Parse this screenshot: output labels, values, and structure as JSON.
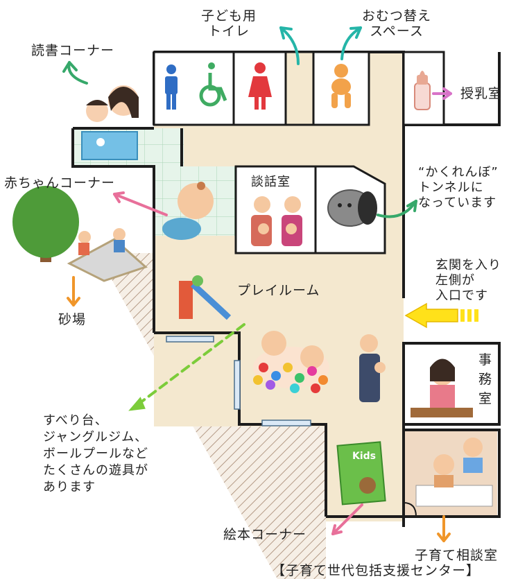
{
  "labels": {
    "kids_toilet": "子ども用\nトイレ",
    "diaper": "おむつ替え\nスペース",
    "reading": "読書コーナー",
    "nursing": "授乳室",
    "baby_corner": "赤ちゃんコーナー",
    "talk_room": "談話室",
    "tunnel": "“かくれんぼ”\nトンネルに\nなっています",
    "entrance": "玄関を入り\n左側が\n入口です",
    "sandbox": "砂場",
    "playroom": "プレイルーム",
    "office": "事務室",
    "equipment": "すべり台、\nジャングルジム、\nボールプールなど\nたくさんの遊具が\nあります",
    "picture_books": "絵本コーナー",
    "consult": "子育て相談室",
    "center_name": "【子育て世代包括支援センター】"
  },
  "colors": {
    "arrow_teal": "#25b5a8",
    "arrow_green": "#36a86a",
    "arrow_pink": "#e8709a",
    "arrow_magenta": "#d873c8",
    "arrow_orange": "#f0962a",
    "arrow_lime": "#7ccc3a",
    "entrance_arrow": "#ffe11a",
    "floor": "#f4e8cf",
    "tile": "#e6f4ea",
    "wall": "#1c1c1c"
  }
}
